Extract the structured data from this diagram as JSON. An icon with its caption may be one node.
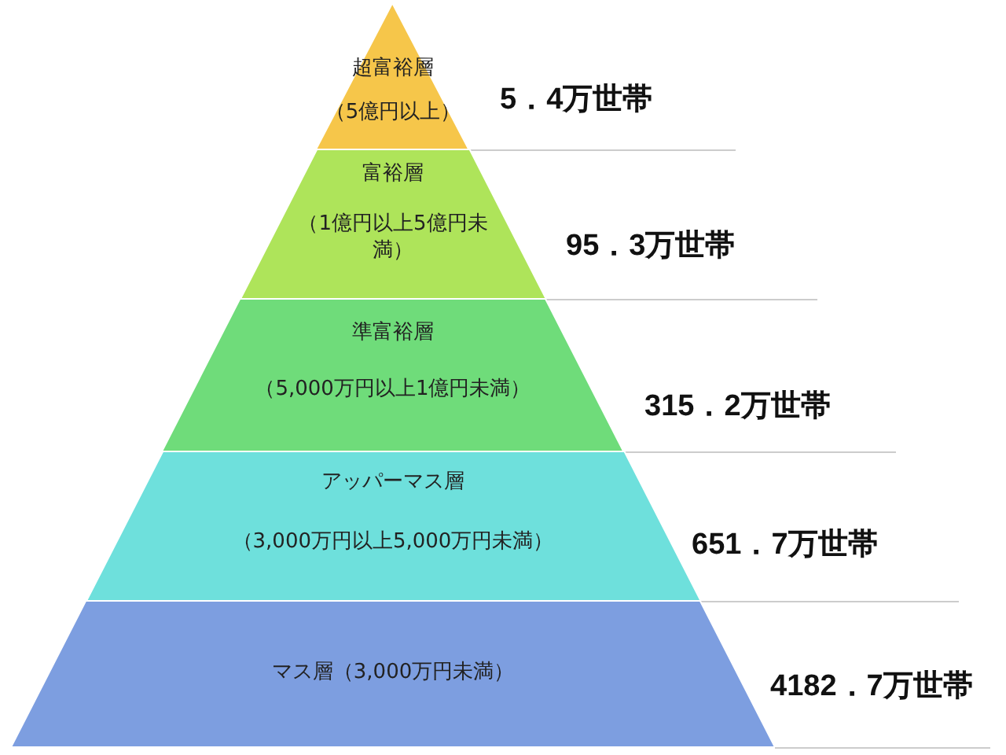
{
  "diagram": {
    "nodes": [
      {
        "text": [
          "超富裕層",
          "（5億円以上）"
        ],
        "beside": [
          "5．4万世帯"
        ]
      },
      {
        "text": [
          "富裕層",
          "（1億円以上5億円未満）"
        ],
        "beside": [
          "95．3万世帯"
        ]
      },
      {
        "text": [
          "準富裕層",
          "（5,000万円以上1億円未満）"
        ],
        "beside": [
          "315．2万世帯"
        ]
      },
      {
        "text": [
          "アッパーマス層",
          "（3,000万円以上5,000万円未満）"
        ],
        "beside": [
          "651．7万世帯"
        ]
      },
      {
        "text": [
          "マス層（3,000万円未満）"
        ],
        "beside": [
          "4182．7万世帯"
        ]
      }
    ]
  }
}
